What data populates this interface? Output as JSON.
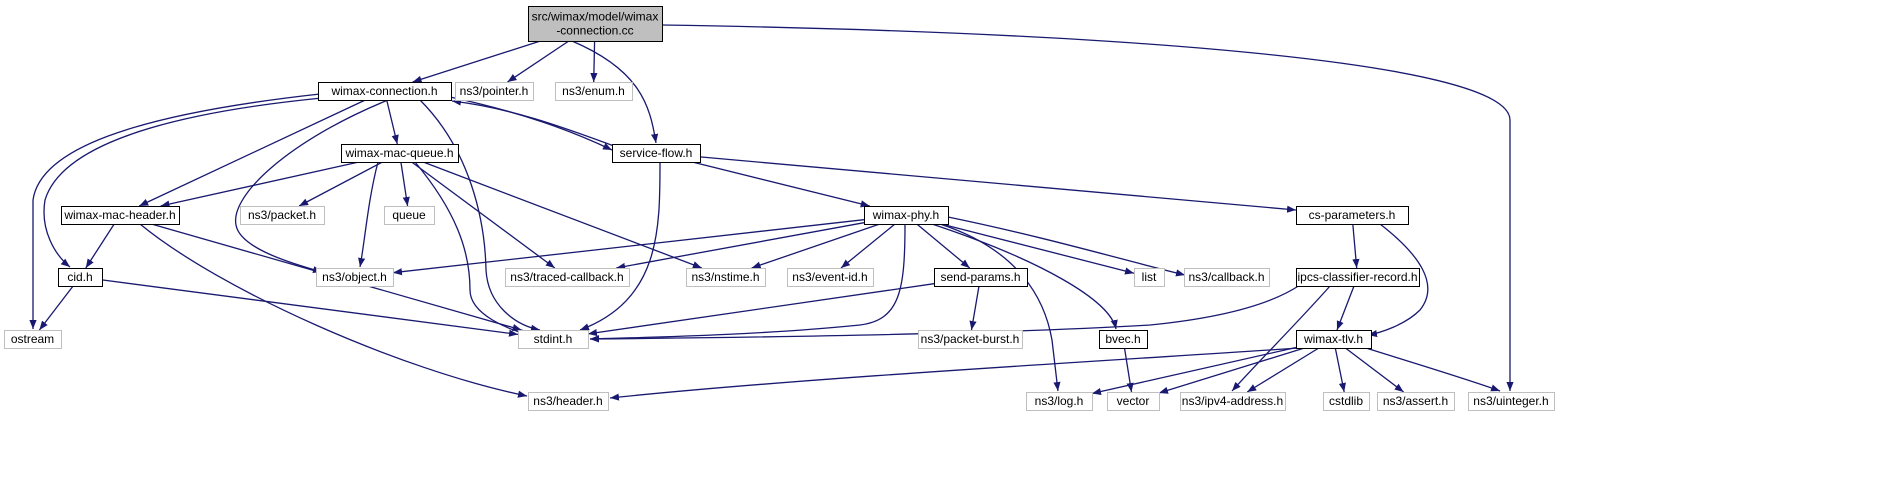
{
  "diagram": {
    "colors": {
      "edge": "#191970",
      "node_border": "#000000",
      "external_border": "#bfbfbf",
      "root_fill": "#bfbfbf",
      "node_fill": "#ffffff",
      "text": "#000000"
    },
    "nodes": [
      {
        "id": "root",
        "lines": [
          "src/wimax/model/wimax",
          "-connection.cc"
        ],
        "kind": "root"
      },
      {
        "id": "wimax-connection-h",
        "lines": [
          "wimax-connection.h"
        ],
        "kind": "internal"
      },
      {
        "id": "ns3-pointer-h",
        "lines": [
          "ns3/pointer.h"
        ],
        "kind": "external"
      },
      {
        "id": "ns3-enum-h",
        "lines": [
          "ns3/enum.h"
        ],
        "kind": "external"
      },
      {
        "id": "service-flow-h",
        "lines": [
          "service-flow.h"
        ],
        "kind": "internal"
      },
      {
        "id": "wimax-mac-queue-h",
        "lines": [
          "wimax-mac-queue.h"
        ],
        "kind": "internal"
      },
      {
        "id": "wimax-mac-header-h",
        "lines": [
          "wimax-mac-header.h"
        ],
        "kind": "internal"
      },
      {
        "id": "ns3-packet-h",
        "lines": [
          "ns3/packet.h"
        ],
        "kind": "external"
      },
      {
        "id": "queue",
        "lines": [
          "queue"
        ],
        "kind": "external"
      },
      {
        "id": "wimax-phy-h",
        "lines": [
          "wimax-phy.h"
        ],
        "kind": "internal"
      },
      {
        "id": "cs-parameters-h",
        "lines": [
          "cs-parameters.h"
        ],
        "kind": "internal"
      },
      {
        "id": "cid-h",
        "lines": [
          "cid.h"
        ],
        "kind": "internal"
      },
      {
        "id": "ns3-object-h",
        "lines": [
          "ns3/object.h"
        ],
        "kind": "external"
      },
      {
        "id": "ns3-traced-callback-h",
        "lines": [
          "ns3/traced-callback.h"
        ],
        "kind": "external"
      },
      {
        "id": "ns3-nstime-h",
        "lines": [
          "ns3/nstime.h"
        ],
        "kind": "external"
      },
      {
        "id": "ns3-event-id-h",
        "lines": [
          "ns3/event-id.h"
        ],
        "kind": "external"
      },
      {
        "id": "send-params-h",
        "lines": [
          "send-params.h"
        ],
        "kind": "internal"
      },
      {
        "id": "list",
        "lines": [
          "list"
        ],
        "kind": "external"
      },
      {
        "id": "ns3-callback-h",
        "lines": [
          "ns3/callback.h"
        ],
        "kind": "external"
      },
      {
        "id": "ipcs-classifier-record-h",
        "lines": [
          "ipcs-classifier-record.h"
        ],
        "kind": "internal"
      },
      {
        "id": "ostream",
        "lines": [
          "ostream"
        ],
        "kind": "external"
      },
      {
        "id": "stdint-h",
        "lines": [
          "stdint.h"
        ],
        "kind": "external"
      },
      {
        "id": "ns3-packet-burst-h",
        "lines": [
          "ns3/packet-burst.h"
        ],
        "kind": "external"
      },
      {
        "id": "bvec-h",
        "lines": [
          "bvec.h"
        ],
        "kind": "internal"
      },
      {
        "id": "wimax-tlv-h",
        "lines": [
          "wimax-tlv.h"
        ],
        "kind": "internal"
      },
      {
        "id": "ns3-header-h",
        "lines": [
          "ns3/header.h"
        ],
        "kind": "external"
      },
      {
        "id": "ns3-log-h",
        "lines": [
          "ns3/log.h"
        ],
        "kind": "external"
      },
      {
        "id": "vector",
        "lines": [
          "vector"
        ],
        "kind": "external"
      },
      {
        "id": "ns3-ipv4-address-h",
        "lines": [
          "ns3/ipv4-address.h"
        ],
        "kind": "external"
      },
      {
        "id": "cstdlib",
        "lines": [
          "cstdlib"
        ],
        "kind": "external"
      },
      {
        "id": "ns3-assert-h",
        "lines": [
          "ns3/assert.h"
        ],
        "kind": "external"
      },
      {
        "id": "ns3-uinteger-h",
        "lines": [
          "ns3/uinteger.h"
        ],
        "kind": "external"
      }
    ],
    "edges": [
      [
        "root",
        "wimax-connection-h"
      ],
      [
        "root",
        "ns3-pointer-h"
      ],
      [
        "root",
        "ns3-enum-h"
      ],
      [
        "root",
        "service-flow-h"
      ],
      [
        "root",
        "ns3-uinteger-h"
      ],
      [
        "wimax-connection-h",
        "wimax-mac-queue-h"
      ],
      [
        "wimax-connection-h",
        "service-flow-h"
      ],
      [
        "wimax-connection-h",
        "wimax-mac-header-h"
      ],
      [
        "wimax-connection-h",
        "cid-h"
      ],
      [
        "wimax-connection-h",
        "ostream"
      ],
      [
        "wimax-connection-h",
        "ns3-object-h"
      ],
      [
        "wimax-connection-h",
        "stdint-h"
      ],
      [
        "service-flow-h",
        "wimax-connection-h"
      ],
      [
        "service-flow-h",
        "wimax-phy-h"
      ],
      [
        "service-flow-h",
        "cs-parameters-h"
      ],
      [
        "service-flow-h",
        "stdint-h"
      ],
      [
        "wimax-mac-queue-h",
        "wimax-mac-header-h"
      ],
      [
        "wimax-mac-queue-h",
        "ns3-packet-h"
      ],
      [
        "wimax-mac-queue-h",
        "queue"
      ],
      [
        "wimax-mac-queue-h",
        "ns3-object-h"
      ],
      [
        "wimax-mac-queue-h",
        "ns3-traced-callback-h"
      ],
      [
        "wimax-mac-queue-h",
        "ns3-nstime-h"
      ],
      [
        "wimax-mac-queue-h",
        "stdint-h"
      ],
      [
        "wimax-mac-header-h",
        "cid-h"
      ],
      [
        "wimax-mac-header-h",
        "stdint-h"
      ],
      [
        "wimax-mac-header-h",
        "ns3-header-h"
      ],
      [
        "cid-h",
        "ostream"
      ],
      [
        "cid-h",
        "stdint-h"
      ],
      [
        "wimax-phy-h",
        "ns3-object-h"
      ],
      [
        "wimax-phy-h",
        "ns3-traced-callback-h"
      ],
      [
        "wimax-phy-h",
        "ns3-nstime-h"
      ],
      [
        "wimax-phy-h",
        "ns3-event-id-h"
      ],
      [
        "wimax-phy-h",
        "send-params-h"
      ],
      [
        "wimax-phy-h",
        "list"
      ],
      [
        "wimax-phy-h",
        "ns3-callback-h"
      ],
      [
        "wimax-phy-h",
        "stdint-h"
      ],
      [
        "wimax-phy-h",
        "ns3-log-h"
      ],
      [
        "wimax-phy-h",
        "bvec-h"
      ],
      [
        "send-params-h",
        "stdint-h"
      ],
      [
        "send-params-h",
        "ns3-packet-burst-h"
      ],
      [
        "cs-parameters-h",
        "ipcs-classifier-record-h"
      ],
      [
        "cs-parameters-h",
        "wimax-tlv-h"
      ],
      [
        "ipcs-classifier-record-h",
        "stdint-h"
      ],
      [
        "ipcs-classifier-record-h",
        "wimax-tlv-h"
      ],
      [
        "ipcs-classifier-record-h",
        "ns3-ipv4-address-h"
      ],
      [
        "bvec-h",
        "vector"
      ],
      [
        "wimax-tlv-h",
        "ns3-header-h"
      ],
      [
        "wimax-tlv-h",
        "ns3-log-h"
      ],
      [
        "wimax-tlv-h",
        "vector"
      ],
      [
        "wimax-tlv-h",
        "ns3-ipv4-address-h"
      ],
      [
        "wimax-tlv-h",
        "cstdlib"
      ],
      [
        "wimax-tlv-h",
        "ns3-assert-h"
      ],
      [
        "wimax-tlv-h",
        "ns3-uinteger-h"
      ]
    ]
  }
}
